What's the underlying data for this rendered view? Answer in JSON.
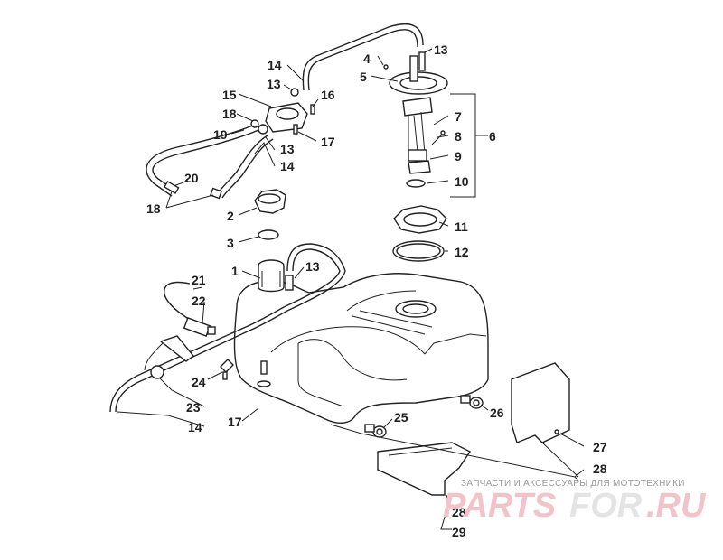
{
  "callouts": [
    {
      "id": "c1",
      "text": "1"
    },
    {
      "id": "c2",
      "text": "2"
    },
    {
      "id": "c3",
      "text": "3"
    },
    {
      "id": "c4",
      "text": "4"
    },
    {
      "id": "c5",
      "text": "5"
    },
    {
      "id": "c6",
      "text": "6"
    },
    {
      "id": "c7",
      "text": "7"
    },
    {
      "id": "c8",
      "text": "8"
    },
    {
      "id": "c9",
      "text": "9"
    },
    {
      "id": "c10",
      "text": "10"
    },
    {
      "id": "c11",
      "text": "11"
    },
    {
      "id": "c12",
      "text": "12"
    },
    {
      "id": "c13a",
      "text": "13"
    },
    {
      "id": "c13b",
      "text": "13"
    },
    {
      "id": "c13c",
      "text": "13"
    },
    {
      "id": "c13d",
      "text": "13"
    },
    {
      "id": "c14a",
      "text": "14"
    },
    {
      "id": "c14b",
      "text": "14"
    },
    {
      "id": "c14c",
      "text": "14"
    },
    {
      "id": "c15",
      "text": "15"
    },
    {
      "id": "c16",
      "text": "16"
    },
    {
      "id": "c17a",
      "text": "17"
    },
    {
      "id": "c17b",
      "text": "17"
    },
    {
      "id": "c18a",
      "text": "18"
    },
    {
      "id": "c18b",
      "text": "18"
    },
    {
      "id": "c19",
      "text": "19"
    },
    {
      "id": "c20",
      "text": "20"
    },
    {
      "id": "c21",
      "text": "21"
    },
    {
      "id": "c22",
      "text": "22"
    },
    {
      "id": "c23",
      "text": "23"
    },
    {
      "id": "c24",
      "text": "24"
    },
    {
      "id": "c25",
      "text": "25"
    },
    {
      "id": "c26",
      "text": "26"
    },
    {
      "id": "c27",
      "text": "27"
    },
    {
      "id": "c28a",
      "text": "28"
    },
    {
      "id": "c28b",
      "text": "28"
    },
    {
      "id": "c29",
      "text": "29"
    }
  ],
  "watermark": {
    "caption": "ЗАПЧАСТИ И АКСЕССУАРЫ ДЛЯ МОТОТЕХНИКИ",
    "brand_parts": "PARTS",
    "brand_for": "FOR",
    "brand_domain": ".RU"
  },
  "colors": {
    "line": "#222222",
    "watermark_red": "#f2c3c9",
    "watermark_gray": "#e4e4e4"
  }
}
